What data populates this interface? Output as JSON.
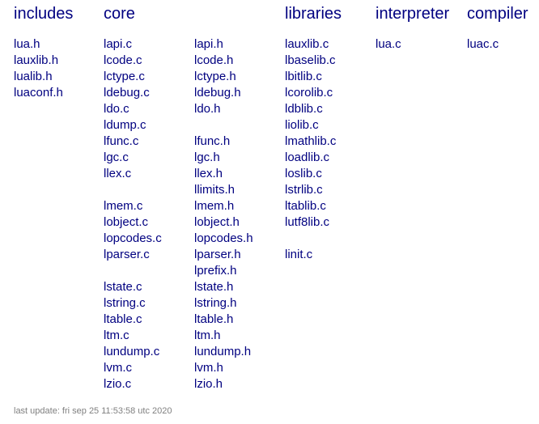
{
  "headings": {
    "includes": "includes",
    "core": "core",
    "libraries": "libraries",
    "interpreter": "interpreter",
    "compiler": "compiler"
  },
  "includes": [
    "lua.h",
    "lauxlib.h",
    "lualib.h",
    "luaconf.h"
  ],
  "core_c": [
    "lapi.c",
    "lcode.c",
    "lctype.c",
    "ldebug.c",
    "ldo.c",
    "ldump.c",
    "lfunc.c",
    "lgc.c",
    "llex.c",
    "",
    "lmem.c",
    "lobject.c",
    "lopcodes.c",
    "lparser.c",
    "",
    "lstate.c",
    "lstring.c",
    "ltable.c",
    "ltm.c",
    "lundump.c",
    "lvm.c",
    "lzio.c"
  ],
  "core_h": [
    "lapi.h",
    "lcode.h",
    "lctype.h",
    "ldebug.h",
    "ldo.h",
    "",
    "lfunc.h",
    "lgc.h",
    "llex.h",
    "llimits.h",
    "lmem.h",
    "lobject.h",
    "lopcodes.h",
    "lparser.h",
    "lprefix.h",
    "lstate.h",
    "lstring.h",
    "ltable.h",
    "ltm.h",
    "lundump.h",
    "lvm.h",
    "lzio.h"
  ],
  "libraries": [
    "lauxlib.c",
    "lbaselib.c",
    "lbitlib.c",
    "lcorolib.c",
    "ldblib.c",
    "liolib.c",
    "lmathlib.c",
    "loadlib.c",
    "loslib.c",
    "lstrlib.c",
    "ltablib.c",
    "lutf8lib.c",
    "",
    "linit.c"
  ],
  "interpreter": [
    "lua.c"
  ],
  "compiler": [
    "luac.c"
  ],
  "footer": "last update: fri sep 25 11:53:58 utc 2020",
  "colors": {
    "link": "#000080",
    "heading": "#000080",
    "footer": "#808080"
  }
}
